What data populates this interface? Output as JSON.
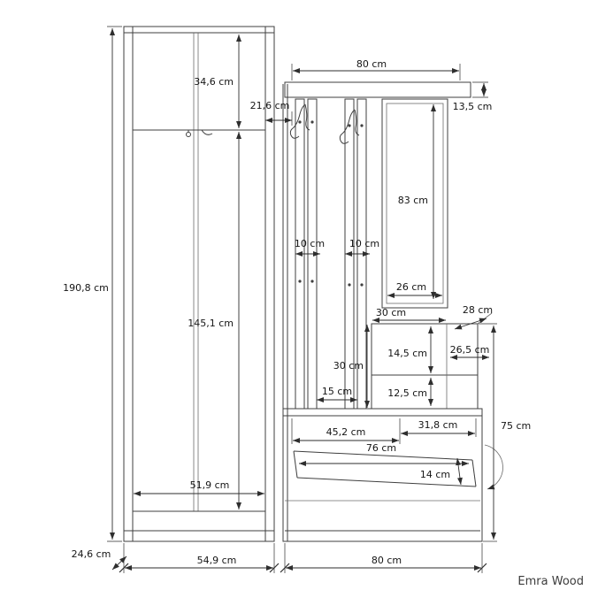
{
  "brand": "Emra Wood",
  "labels": {
    "wardrobe_height": "190,8 cm",
    "wardrobe_top_section": "34,6 cm",
    "top_gap": "21,6 cm",
    "wardrobe_lower_section": "145,1 cm",
    "wardrobe_inner_width": "51,9 cm",
    "wardrobe_width": "54,9 cm",
    "wardrobe_depth": "24,6 cm",
    "top_shelf_width": "80 cm",
    "top_shelf_height": "13,5 cm",
    "mirror_height": "83 cm",
    "mirror_width": "26 cm",
    "slat_left": "10 cm",
    "slat_right": "10 cm",
    "cabinet_width": "30 cm",
    "cabinet_depth": "28 cm",
    "cabinet_upper_opening": "14,5 cm",
    "cabinet_inner_width": "26,5 cm",
    "cabinet_lower_opening": "12,5 cm",
    "cabinet_height": "30 cm",
    "slat_gap": "15 cm",
    "bench_left_section": "45,2 cm",
    "bench_right_section": "31,8 cm",
    "lower_height": "75 cm",
    "flap_width": "76 cm",
    "flap_depth": "14 cm",
    "base_width": "80 cm"
  }
}
